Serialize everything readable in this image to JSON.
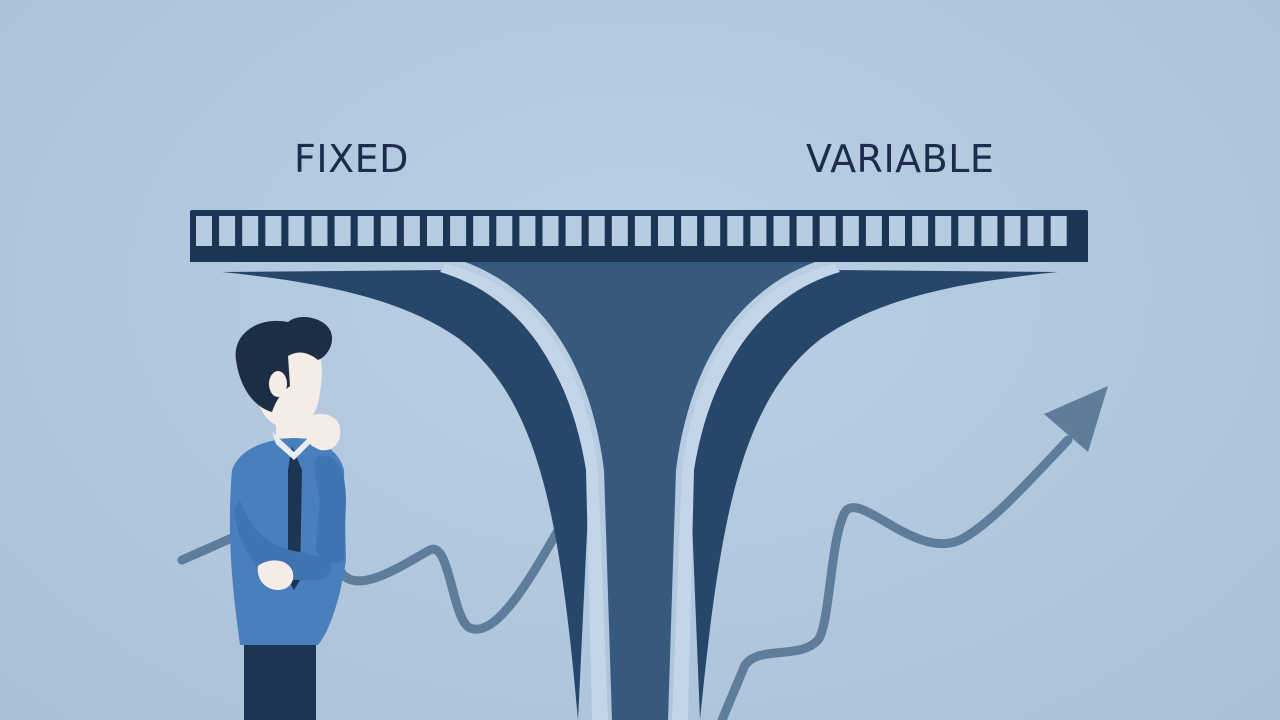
{
  "labels": {
    "left": "FIXED",
    "right": "VARIABLE"
  },
  "colors": {
    "background": "#b1c7dd",
    "text": "#1b2d4a",
    "navy_dark": "#1d3554",
    "navy_mid": "#264769",
    "navy_trunk": "#36597d",
    "steel": "#5f7d9b",
    "shirt_blue": "#4a7fbe",
    "skin": "#f4ede7",
    "hair": "#1d2d44"
  },
  "icons": {
    "bridge": "t-junction-bridge",
    "trend_left": "fluctuating-line",
    "trend_right": "rising-arrow",
    "person": "pondering-businessman"
  }
}
